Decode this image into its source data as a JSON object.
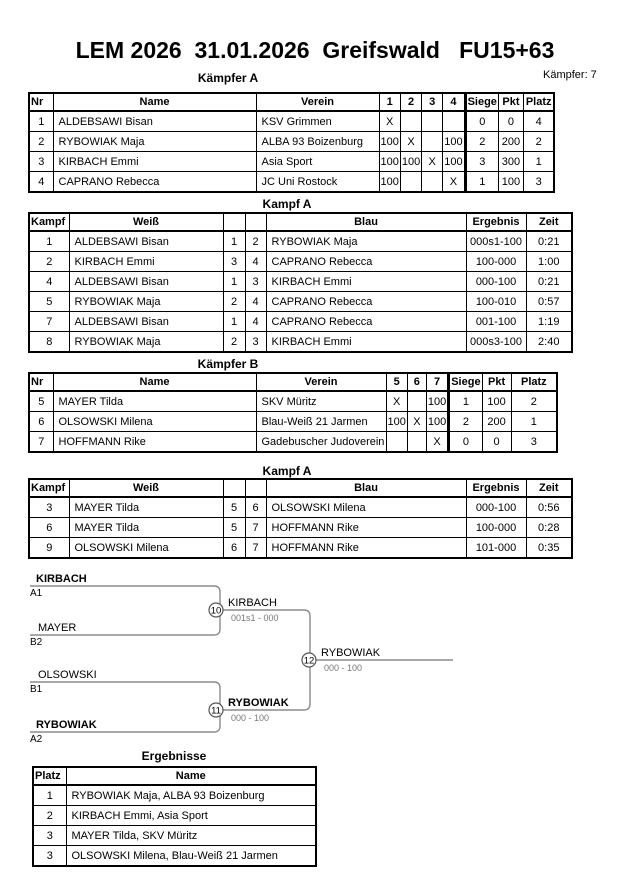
{
  "page": {
    "title": "LEM 2026  31.01.2026  Greifswald   FU15+63",
    "fighter_count": "Kämpfer: 7"
  },
  "pool_a": {
    "heading": "Kämpfer A",
    "headers": {
      "nr": "Nr",
      "name": "Name",
      "verein": "Verein",
      "c1": "1",
      "c2": "2",
      "c3": "3",
      "c4": "4",
      "siege": "Siege",
      "pkt": "Pkt",
      "platz": "Platz"
    },
    "rows": [
      {
        "nr": "1",
        "name": "ALDEBSAWI Bisan",
        "verein": "KSV Grimmen",
        "cells": [
          "X",
          "",
          "",
          ""
        ],
        "siege": "0",
        "pkt": "0",
        "platz": "4"
      },
      {
        "nr": "2",
        "name": "RYBOWIAK Maja",
        "verein": "ALBA 93 Boizenburg",
        "cells": [
          "100",
          "X",
          "",
          "100"
        ],
        "siege": "2",
        "pkt": "200",
        "platz": "2"
      },
      {
        "nr": "3",
        "name": "KIRBACH Emmi",
        "verein": "Asia Sport",
        "cells": [
          "100",
          "100",
          "X",
          "100"
        ],
        "siege": "3",
        "pkt": "300",
        "platz": "1"
      },
      {
        "nr": "4",
        "name": "CAPRANO Rebecca",
        "verein": "JC Uni Rostock",
        "cells": [
          "100",
          "",
          "",
          "X"
        ],
        "siege": "1",
        "pkt": "100",
        "platz": "3"
      }
    ]
  },
  "matches_a": {
    "heading": "Kampf A",
    "headers": {
      "kampf": "Kampf",
      "weiss": "Weiß",
      "blau": "Blau",
      "ergebnis": "Ergebnis",
      "zeit": "Zeit"
    },
    "rows": [
      {
        "kampf": "1",
        "weiss": "ALDEBSAWI Bisan",
        "weiss_bold": false,
        "wn": "1",
        "bn": "2",
        "blau": "RYBOWIAK Maja",
        "blau_bold": true,
        "ergebnis": "000s1-100",
        "zeit": "0:21"
      },
      {
        "kampf": "2",
        "weiss": "KIRBACH Emmi",
        "weiss_bold": true,
        "wn": "3",
        "bn": "4",
        "blau": "CAPRANO Rebecca",
        "blau_bold": false,
        "ergebnis": "100-000",
        "zeit": "1:00"
      },
      {
        "kampf": "4",
        "weiss": "ALDEBSAWI Bisan",
        "weiss_bold": false,
        "wn": "1",
        "bn": "3",
        "blau": "KIRBACH Emmi",
        "blau_bold": true,
        "ergebnis": "000-100",
        "zeit": "0:21"
      },
      {
        "kampf": "5",
        "weiss": "RYBOWIAK Maja",
        "weiss_bold": true,
        "wn": "2",
        "bn": "4",
        "blau": "CAPRANO Rebecca",
        "blau_bold": false,
        "ergebnis": "100-010",
        "zeit": "0:57"
      },
      {
        "kampf": "7",
        "weiss": "ALDEBSAWI Bisan",
        "weiss_bold": false,
        "wn": "1",
        "bn": "4",
        "blau": "CAPRANO Rebecca",
        "blau_bold": true,
        "ergebnis": "001-100",
        "zeit": "1:19"
      },
      {
        "kampf": "8",
        "weiss": "RYBOWIAK Maja",
        "weiss_bold": false,
        "wn": "2",
        "bn": "3",
        "blau": "KIRBACH Emmi",
        "blau_bold": true,
        "ergebnis": "000s3-100",
        "zeit": "2:40"
      }
    ]
  },
  "pool_b": {
    "heading": "Kämpfer B",
    "headers": {
      "nr": "Nr",
      "name": "Name",
      "verein": "Verein",
      "c5": "5",
      "c6": "6",
      "c7": "7",
      "siege": "Siege",
      "pkt": "Pkt",
      "platz": "Platz"
    },
    "rows": [
      {
        "nr": "5",
        "name": "MAYER Tilda",
        "verein": "SKV Müritz",
        "cells": [
          "X",
          "",
          "100"
        ],
        "siege": "1",
        "pkt": "100",
        "platz": "2"
      },
      {
        "nr": "6",
        "name": "OLSOWSKI Milena",
        "verein": "Blau-Weiß 21 Jarmen",
        "cells": [
          "100",
          "X",
          "100"
        ],
        "siege": "2",
        "pkt": "200",
        "platz": "1"
      },
      {
        "nr": "7",
        "name": "HOFFMANN Rike",
        "verein": "Gadebuscher Judoverein",
        "cells": [
          "",
          "",
          "X"
        ],
        "siege": "0",
        "pkt": "0",
        "platz": "3"
      }
    ]
  },
  "matches_b": {
    "heading": "Kampf A",
    "headers": {
      "kampf": "Kampf",
      "weiss": "Weiß",
      "blau": "Blau",
      "ergebnis": "Ergebnis",
      "zeit": "Zeit"
    },
    "rows": [
      {
        "kampf": "3",
        "weiss": "MAYER Tilda",
        "weiss_bold": false,
        "wn": "5",
        "bn": "6",
        "blau": "OLSOWSKI Milena",
        "blau_bold": true,
        "ergebnis": "000-100",
        "zeit": "0:56"
      },
      {
        "kampf": "6",
        "weiss": "MAYER Tilda",
        "weiss_bold": true,
        "wn": "5",
        "bn": "7",
        "blau": "HOFFMANN Rike",
        "blau_bold": false,
        "ergebnis": "100-000",
        "zeit": "0:28"
      },
      {
        "kampf": "9",
        "weiss": "OLSOWSKI Milena",
        "weiss_bold": true,
        "wn": "6",
        "bn": "7",
        "blau": "HOFFMANN Rike",
        "blau_bold": false,
        "ergebnis": "101-000",
        "zeit": "0:35"
      }
    ]
  },
  "bracket": {
    "entries": [
      {
        "name": "KIRBACH",
        "seed": "A1",
        "bold": true
      },
      {
        "name": "MAYER",
        "seed": "B2",
        "bold": false
      },
      {
        "name": "OLSOWSKI",
        "seed": "B1",
        "bold": false
      },
      {
        "name": "RYBOWIAK",
        "seed": "A2",
        "bold": true
      }
    ],
    "matches": [
      {
        "no": "10",
        "winner": "KIRBACH",
        "result": "001s1 - 000",
        "bold": false
      },
      {
        "no": "11",
        "winner": "RYBOWIAK",
        "result": "000 - 100",
        "bold": true
      },
      {
        "no": "12",
        "winner": "RYBOWIAK",
        "result": "000 - 100",
        "bold": false
      }
    ]
  },
  "results": {
    "heading": "Ergebnisse",
    "headers": {
      "platz": "Platz",
      "name": "Name"
    },
    "rows": [
      {
        "platz": "1",
        "name": "RYBOWIAK Maja, ALBA 93 Boizenburg"
      },
      {
        "platz": "2",
        "name": "KIRBACH Emmi, Asia Sport"
      },
      {
        "platz": "3",
        "name": "MAYER Tilda, SKV Müritz"
      },
      {
        "platz": "3",
        "name": "OLSOWSKI Milena, Blau-Weiß 21 Jarmen"
      }
    ]
  }
}
